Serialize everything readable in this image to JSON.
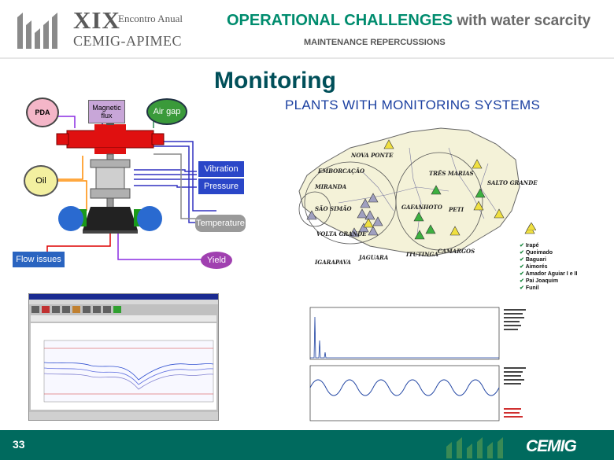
{
  "header": {
    "event_title": "XIX",
    "event_sub": "Encontro Anual",
    "event_org": "CEMIG-APIMEC",
    "title_highlight": "OPERATIONAL CHALLENGES",
    "title_rest": " with water scarcity",
    "subtitle": "MAINTENANCE REPERCUSSIONS"
  },
  "main": {
    "heading": "Monitoring",
    "plants_heading": "PLANTS WITH MONITORING SYSTEMS"
  },
  "diagram": {
    "pda": "PDA",
    "magnetic_flux": "Magnetic flux",
    "air_gap": "Air gap",
    "oil": "Oil",
    "vibration": "Vibration",
    "pressure": "Pressure",
    "temperature": "Temperature",
    "flow_issues": "Flow issues",
    "yield": "Yield"
  },
  "map": {
    "labels": [
      "NOVA PONTE",
      "EMBORCAÇÃO",
      "TRÊS MARIAS",
      "SALTO GRANDE",
      "MIRANDA",
      "GAFANHOTO",
      "PETI",
      "SÃO SIMÃO",
      "VOLTA GRANDE",
      "ITUTINGA",
      "CAMARGOS",
      "IGARAPAVA",
      "JAGUARA"
    ],
    "legend": [
      "Irapé",
      "Queimado",
      "Baguari",
      "Aimorés",
      "Amador Aguiar I e II",
      "Pai Joaquim",
      "Funil"
    ]
  },
  "footer": {
    "page_number": "33",
    "brand": "CEMIG"
  },
  "colors": {
    "accent_green": "#008c6e",
    "title_dark": "#004f59",
    "plants_blue": "#1a3fa0",
    "footer_green": "#006a5e"
  }
}
